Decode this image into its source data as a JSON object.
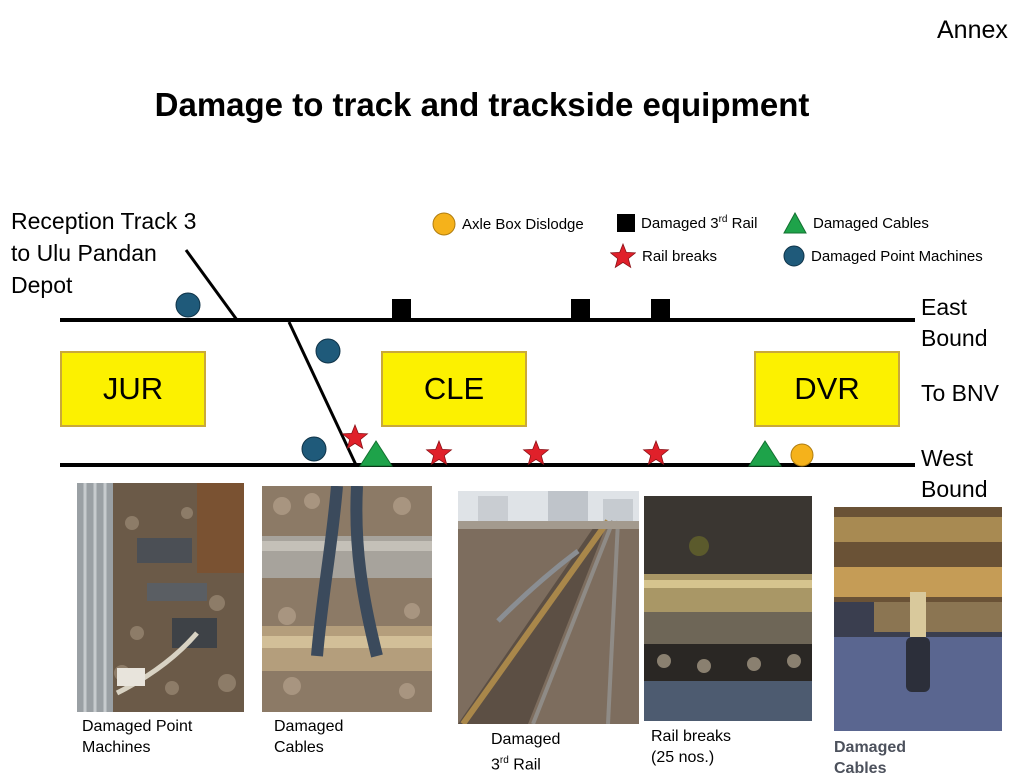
{
  "annex": "Annex",
  "title": "Damage to track and trackside equipment",
  "reception": {
    "line1": "Reception Track 3",
    "line2": "to Ulu Pandan",
    "line3": "Depot"
  },
  "legend": {
    "axle_box": "Axle Box Dislodge",
    "third_rail_prefix": "Damaged 3",
    "third_rail_sup": "rd",
    "third_rail_suffix": " Rail",
    "cables": "Damaged Cables",
    "rail_breaks": "Rail breaks",
    "point_machines": "Damaged Point Machines"
  },
  "directions": {
    "east_1": "East",
    "east_2": "Bound",
    "to_bnv": "To BNV",
    "west_1": "West",
    "west_2": "Bound"
  },
  "stations": [
    "JUR",
    "CLE",
    "DVR"
  ],
  "photos": {
    "p1_line1": "Damaged Point",
    "p1_line2": "Machines",
    "p2_line1": "Damaged",
    "p2_line2": "Cables",
    "p3_line1": "Damaged",
    "p3_line2_prefix": "3",
    "p3_line2_sup": "rd",
    "p3_line2_suffix": " Rail",
    "p4_line1": "Rail breaks",
    "p4_line2": "(25 nos.)",
    "p5_line1": "Damaged",
    "p5_line2": "Cables"
  },
  "colors": {
    "station_fill": "#fcf100",
    "axle_box": "#f5b21b",
    "third_rail": "#000000",
    "cables": "#1ea34a",
    "rail_breaks": "#e0202a",
    "point_machines": "#1f5a7a"
  }
}
